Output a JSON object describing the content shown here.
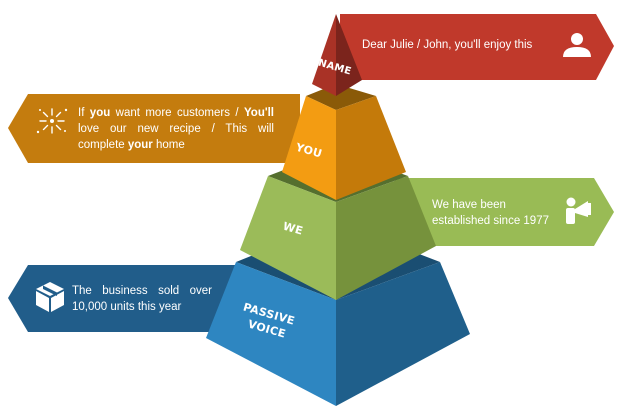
{
  "diagram": {
    "levels": [
      {
        "label_lines": [
          "NAME"
        ]
      },
      {
        "label_lines": [
          "YOU"
        ]
      },
      {
        "label_lines": [
          "WE"
        ]
      },
      {
        "label_lines": [
          "PASSIVE",
          "VOICE"
        ]
      }
    ],
    "callouts": {
      "name": {
        "text": "Dear Julie / John, you'll enjoy this",
        "icon": "person-icon"
      },
      "you": {
        "segments": [
          {
            "text": "If ",
            "bold": false
          },
          {
            "text": "you",
            "bold": true
          },
          {
            "text": " want more customers / ",
            "bold": false
          },
          {
            "text": "You'll",
            "bold": true
          },
          {
            "text": " love our new recipe / This will complete ",
            "bold": false
          },
          {
            "text": "your",
            "bold": true
          },
          {
            "text": " home",
            "bold": false
          }
        ],
        "icon": "fireworks-icon"
      },
      "we": {
        "text": "We have been established since 1977",
        "icon": "megaphone-person-icon"
      },
      "passive": {
        "text": "The business sold over 10,000 units this year",
        "icon": "package-box-icon"
      }
    },
    "colors": {
      "red": "#c0392b",
      "orange": "#f39c12",
      "orange_dark": "#c47a0a",
      "orange_banner": "#c47c0e",
      "green": "#9bbb59",
      "green_dark": "#76923c",
      "green_banner": "#99bb55",
      "blue": "#2e86c1",
      "blue_dark": "#1f5f8b",
      "blue_banner": "#215d8a"
    }
  }
}
